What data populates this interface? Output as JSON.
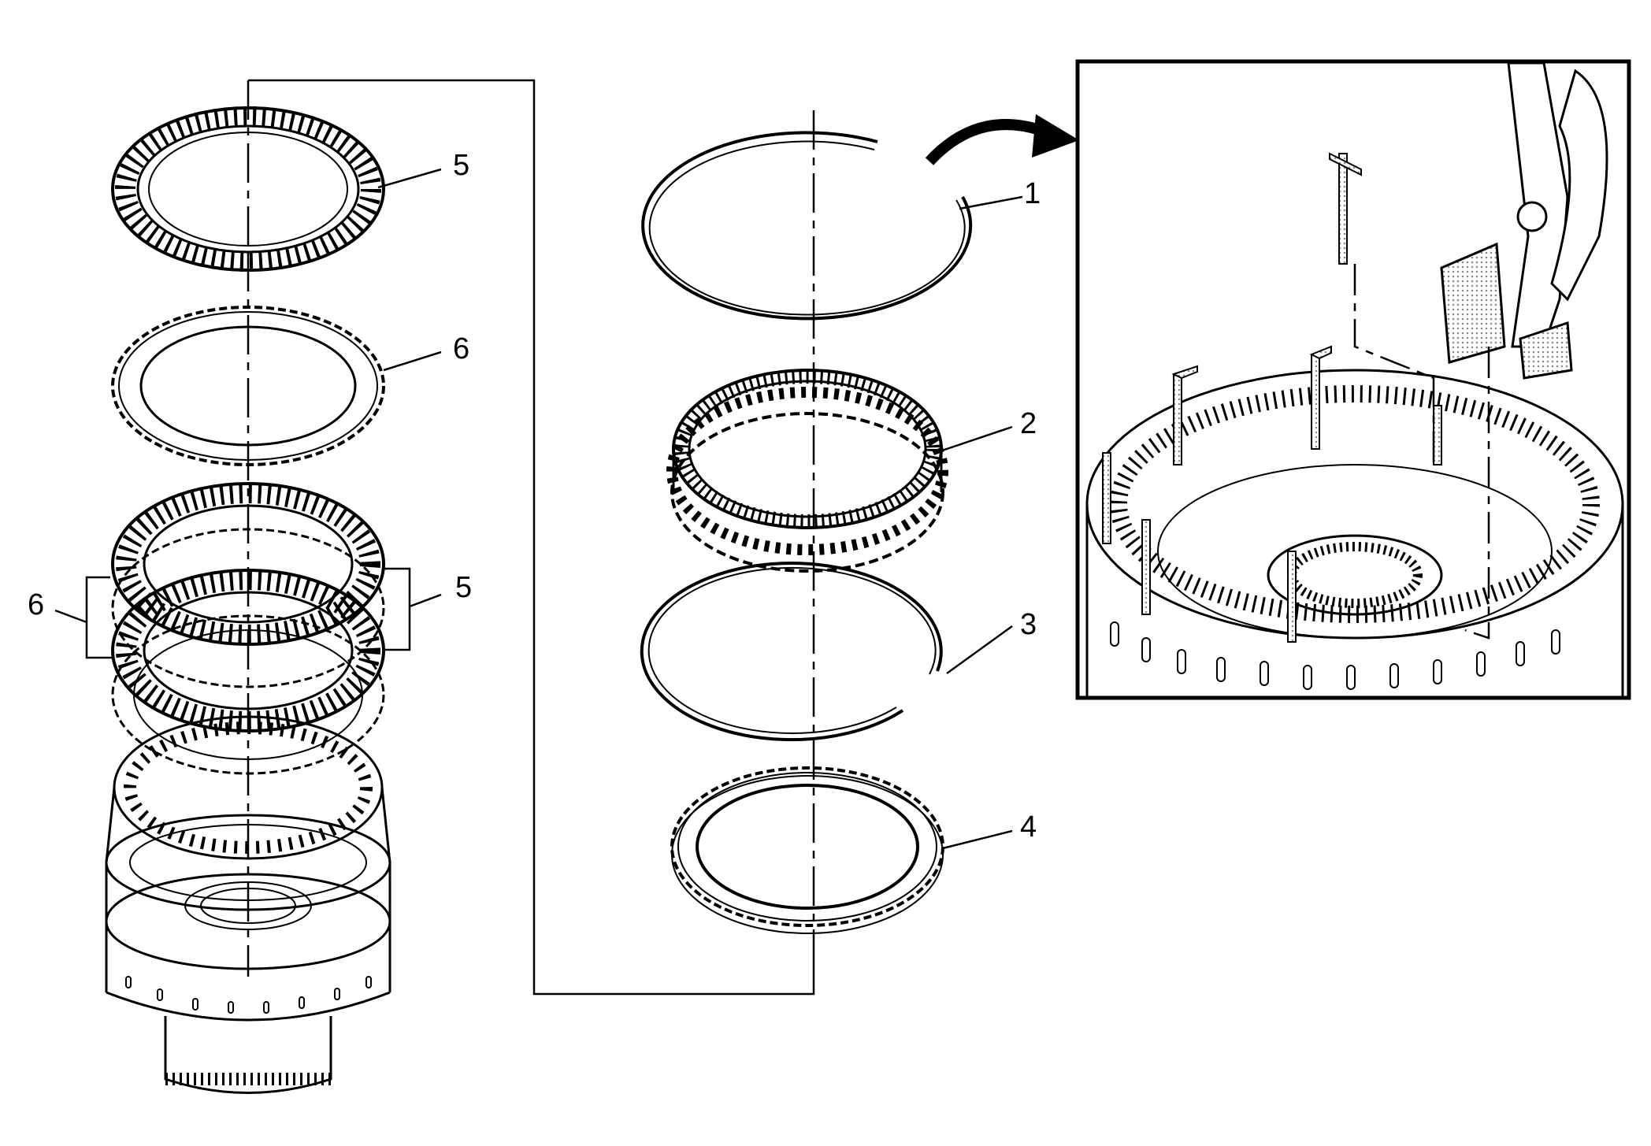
{
  "callouts": {
    "c1": "1",
    "c2": "2",
    "c3": "3",
    "c4": "4",
    "c5_top": "5",
    "c5_mid": "5",
    "c6_top": "6",
    "c6_mid": "6"
  },
  "colors": {
    "line": "#000000",
    "hatch": "#a8a8a8",
    "background": "#ffffff"
  },
  "icons": [
    "snap-ring",
    "gear-ring",
    "friction-plate",
    "steel-plate",
    "clutch-housing",
    "pliers",
    "curved-arrow"
  ]
}
